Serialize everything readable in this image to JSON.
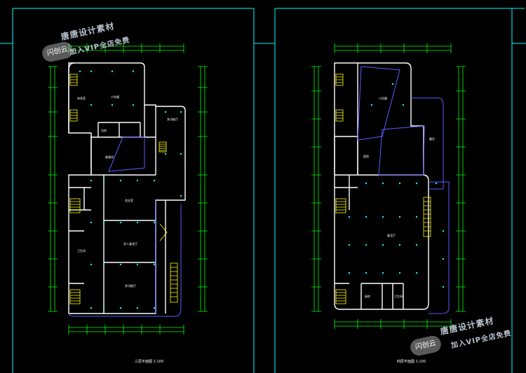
{
  "title": "",
  "colors": {
    "background": "#000000",
    "frame": "#00ffff",
    "walls": "#ffffff",
    "columns": "#00ffff",
    "dimension": "#00ff00",
    "ramp": "#5a5aff",
    "stairs": "#ffff00"
  },
  "watermarks": [
    {
      "brand": "唐唐设计素材",
      "tagline": "加入VIP全店免费",
      "badge": "闪创云"
    },
    {
      "brand": "唐唐设计素材",
      "tagline": "加入VIP全店免费",
      "badge": "闪创云"
    }
  ],
  "plans": [
    {
      "caption": "三层平面图 1:100",
      "rooms": [
        "小包厢",
        "休息室",
        "包房",
        "多功能厅",
        "会议室",
        "多人宴会厅",
        "多功能厅",
        "备餐间",
        "卫生间"
      ]
    },
    {
      "caption": "四层平面图 1:100",
      "rooms": [
        "小包厢",
        "庭院",
        "露台",
        "宴会厅",
        "厨房",
        "卫生间"
      ]
    }
  ]
}
